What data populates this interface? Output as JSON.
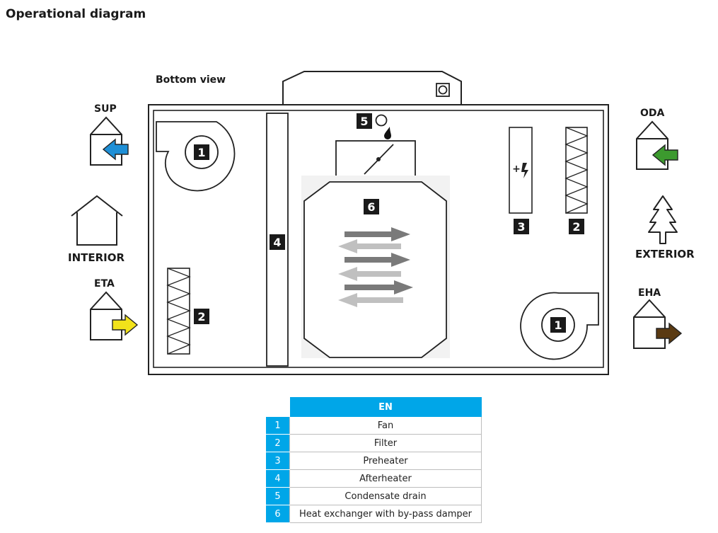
{
  "title": "Operational diagram",
  "bottom_view_label": "Bottom view",
  "side_labels": {
    "sup": "SUP",
    "interior": "INTERIOR",
    "eta": "ETA",
    "oda": "ODA",
    "exterior": "EXTERIOR",
    "eha": "EHA"
  },
  "component_numbers": {
    "fan_top": "1",
    "fan_bottom": "1",
    "filter_left": "2",
    "filter_right": "2",
    "preheater": "3",
    "afterheater": "4",
    "condensate": "5",
    "heat_exchanger": "6"
  },
  "colors": {
    "accent_blue": "#00a6e8",
    "sup_arrow": "#1e8fd6",
    "oda_arrow": "#3c9a2e",
    "eta_arrow": "#f2e21a",
    "eha_arrow": "#5a3a12",
    "exchanger_dark_arrow": "#7a7a7a",
    "exchanger_light_arrow": "#c0c0c0"
  },
  "legend": {
    "header": "EN",
    "rows": [
      {
        "num": "1",
        "label": "Fan"
      },
      {
        "num": "2",
        "label": "Filter"
      },
      {
        "num": "3",
        "label": "Preheater"
      },
      {
        "num": "4",
        "label": "Afterheater"
      },
      {
        "num": "5",
        "label": "Condensate drain"
      },
      {
        "num": "6",
        "label": "Heat exchanger with by-pass damper"
      }
    ]
  }
}
